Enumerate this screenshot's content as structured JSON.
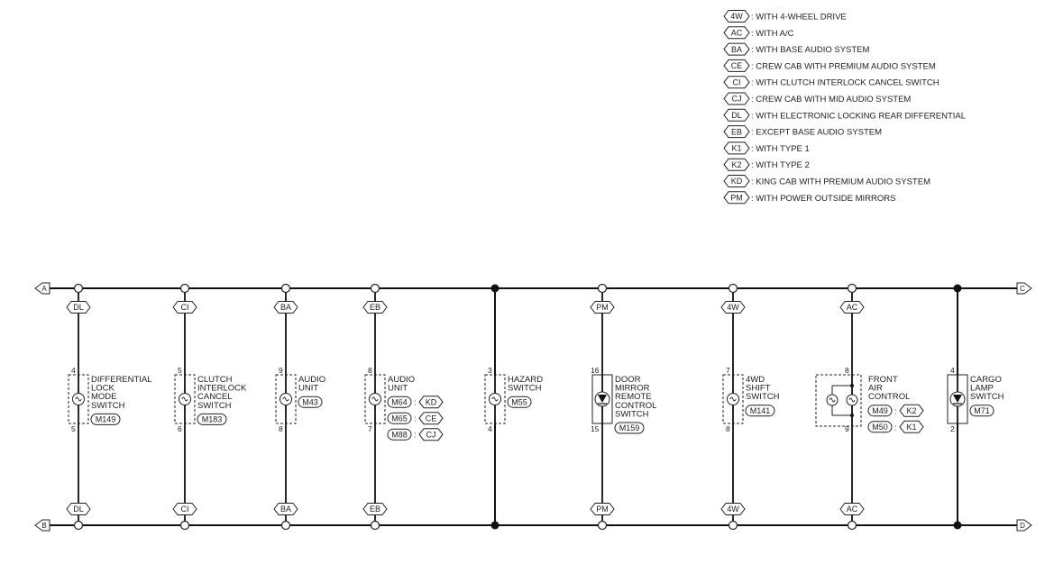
{
  "legend": [
    {
      "code": "4W",
      "desc": ": WITH 4-WHEEL DRIVE"
    },
    {
      "code": "AC",
      "desc": ": WITH A/C"
    },
    {
      "code": "BA",
      "desc": ": WITH BASE AUDIO SYSTEM"
    },
    {
      "code": "CE",
      "desc": ": CREW CAB WITH PREMIUM AUDIO SYSTEM"
    },
    {
      "code": "CI",
      "desc": ": WITH CLUTCH INTERLOCK CANCEL SWITCH"
    },
    {
      "code": "CJ",
      "desc": ": CREW CAB WITH MID AUDIO SYSTEM"
    },
    {
      "code": "DL",
      "desc": ": WITH ELECTRONIC LOCKING REAR DIFFERENTIAL"
    },
    {
      "code": "EB",
      "desc": ": EXCEPT BASE AUDIO SYSTEM"
    },
    {
      "code": "K1",
      "desc": ": WITH TYPE 1"
    },
    {
      "code": "K2",
      "desc": ": WITH TYPE 2"
    },
    {
      "code": "KD",
      "desc": ": KING CAB WITH PREMIUM AUDIO SYSTEM"
    },
    {
      "code": "PM",
      "desc": ": WITH POWER OUTSIDE MIRRORS"
    }
  ],
  "bus": {
    "top_left": "A",
    "top_right": "C",
    "bottom_left": "B",
    "bottom_right": "D"
  },
  "components": [
    {
      "tag": "DL",
      "pin_top": "4",
      "pin_bottom": "5",
      "name_lines": [
        "DIFFERENTIAL",
        "LOCK",
        "MODE",
        "SWITCH"
      ],
      "connector": "M149",
      "symbol": "lamp"
    },
    {
      "tag": "CI",
      "pin_top": "5",
      "pin_bottom": "6",
      "name_lines": [
        "CLUTCH",
        "INTERLOCK",
        "CANCEL",
        "SWITCH"
      ],
      "connector": "M183",
      "symbol": "lamp"
    },
    {
      "tag": "BA",
      "pin_top": "9",
      "pin_bottom": "8",
      "name_lines": [
        "AUDIO",
        "UNIT"
      ],
      "connector": "M43",
      "symbol": "lamp"
    },
    {
      "tag": "EB",
      "pin_top": "8",
      "pin_bottom": "7",
      "name_lines": [
        "AUDIO",
        "UNIT"
      ],
      "connector": "",
      "symbol": "lamp",
      "variants": [
        {
          "conn": "M64",
          "code": "KD"
        },
        {
          "conn": "M65",
          "code": "CE"
        },
        {
          "conn": "M88",
          "code": "CJ"
        }
      ]
    },
    {
      "tag": "",
      "pin_top": "3",
      "pin_bottom": "4",
      "name_lines": [
        "HAZARD",
        "SWITCH"
      ],
      "connector": "M55",
      "symbol": "lamp"
    },
    {
      "tag": "PM",
      "pin_top": "16",
      "pin_bottom": "15",
      "name_lines": [
        "DOOR",
        "MIRROR",
        "REMOTE",
        "CONTROL",
        "SWITCH"
      ],
      "connector": "M159",
      "symbol": "led"
    },
    {
      "tag": "4W",
      "pin_top": "7",
      "pin_bottom": "8",
      "name_lines": [
        "4WD",
        "SHIFT",
        "SWITCH"
      ],
      "connector": "M141",
      "symbol": "lamp"
    },
    {
      "tag": "AC",
      "pin_top": "8",
      "pin_bottom": "9",
      "name_lines": [
        "FRONT",
        "AIR",
        "CONTROL"
      ],
      "connector": "",
      "symbol": "double",
      "variants": [
        {
          "conn": "M49",
          "code": "K2"
        },
        {
          "conn": "M50",
          "code": "K1"
        }
      ]
    },
    {
      "tag": "",
      "pin_top": "4",
      "pin_bottom": "2",
      "name_lines": [
        "CARGO",
        "LAMP",
        "SWITCH"
      ],
      "connector": "M71",
      "symbol": "led"
    }
  ]
}
